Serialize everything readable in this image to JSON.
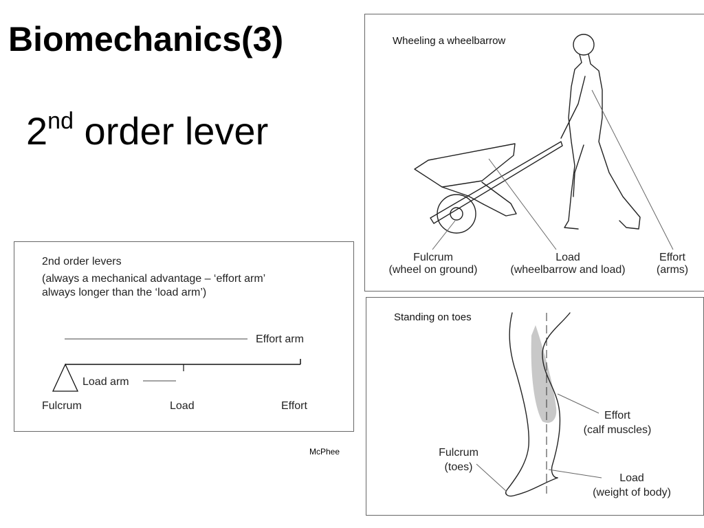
{
  "slide": {
    "title": "Biomechanics(3)",
    "subtitle_number": "2",
    "subtitle_suffix": "nd",
    "subtitle_rest": " order lever",
    "credit": "McPhee"
  },
  "lever_diagram": {
    "heading": "2nd order levers",
    "note_line1": "(always a mechanical advantage – ‘effort arm’",
    "note_line2": "always longer than the ‘load arm’)",
    "effort_arm_label": "Effort arm",
    "load_arm_label": "Load arm",
    "fulcrum_label": "Fulcrum",
    "load_label": "Load",
    "effort_label": "Effort"
  },
  "wheelbarrow": {
    "heading": "Wheeling a wheelbarrow",
    "fulcrum_label": "Fulcrum",
    "fulcrum_detail": "(wheel on ground)",
    "load_label": "Load",
    "load_detail": "(wheelbarrow and load)",
    "effort_label": "Effort",
    "effort_detail": "(arms)"
  },
  "toes": {
    "heading": "Standing on toes",
    "effort_label": "Effort",
    "effort_detail": "(calf muscles)",
    "fulcrum_label": "Fulcrum",
    "fulcrum_detail": "(toes)",
    "load_label": "Load",
    "load_detail": "(weight of body)"
  }
}
